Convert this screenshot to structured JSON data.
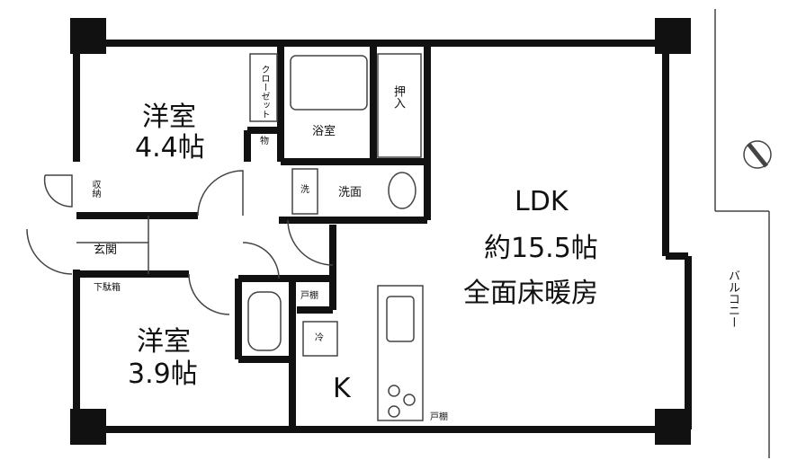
{
  "rooms": {
    "western_room_1": {
      "name": "洋室",
      "size": "4.4帖"
    },
    "western_room_2": {
      "name": "洋室",
      "size": "3.9帖"
    },
    "ldk": {
      "name": "LDK",
      "size": "約15.5帖",
      "note": "全面床暖房"
    },
    "kitchen": {
      "name": "K"
    },
    "bathroom": "浴室",
    "washroom": "洗面",
    "washer": "洗",
    "closet": "クローゼット",
    "oshiire": "押入",
    "storage_1": "物",
    "storage_2": "収納",
    "entrance": "玄関",
    "shoe_box": "下駄箱",
    "storage_toilet": "戸棚",
    "fridge": "冷",
    "storage_3": "戸棚",
    "balcony": "バルコニー"
  },
  "colors": {
    "wall": "#111111",
    "line": "#444444",
    "background": "#ffffff"
  }
}
